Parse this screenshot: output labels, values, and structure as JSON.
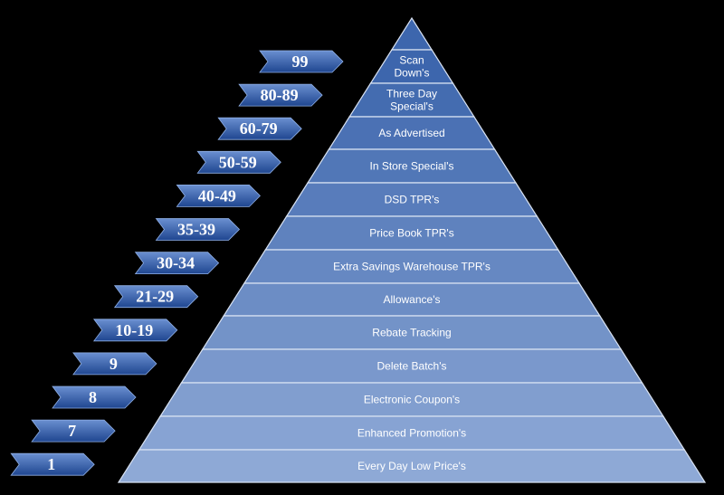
{
  "colors": {
    "background": "#000000",
    "tier_top": "#3d66ad",
    "tier_bottom": "#8ea9d6",
    "tier_border": "#d8e2f2",
    "arrow_light": "#6a8fd0",
    "arrow_dark": "#1f4690",
    "label_text": "#ffffff"
  },
  "pyramid": {
    "tiers": [
      {
        "lines": [
          "Scan",
          "Down's"
        ]
      },
      {
        "lines": [
          "Three Day",
          "Special's"
        ]
      },
      {
        "lines": [
          "As Advertised"
        ]
      },
      {
        "lines": [
          "In Store Special's"
        ]
      },
      {
        "lines": [
          "DSD TPR's"
        ]
      },
      {
        "lines": [
          "Price Book TPR's"
        ]
      },
      {
        "lines": [
          "Extra Savings Warehouse TPR's"
        ]
      },
      {
        "lines": [
          "Allowance's"
        ]
      },
      {
        "lines": [
          "Rebate Tracking"
        ]
      },
      {
        "lines": [
          "Delete Batch's"
        ]
      },
      {
        "lines": [
          "Electronic Coupon's"
        ]
      },
      {
        "lines": [
          "Enhanced Promotion's"
        ]
      },
      {
        "lines": [
          "Every Day Low Price's"
        ]
      }
    ]
  },
  "arrows": [
    {
      "label": "99"
    },
    {
      "label": "80-89"
    },
    {
      "label": "60-79"
    },
    {
      "label": "50-59"
    },
    {
      "label": "40-49"
    },
    {
      "label": "35-39"
    },
    {
      "label": "30-34"
    },
    {
      "label": "21-29"
    },
    {
      "label": "10-19"
    },
    {
      "label": "9"
    },
    {
      "label": "8"
    },
    {
      "label": "7"
    },
    {
      "label": "1"
    }
  ]
}
